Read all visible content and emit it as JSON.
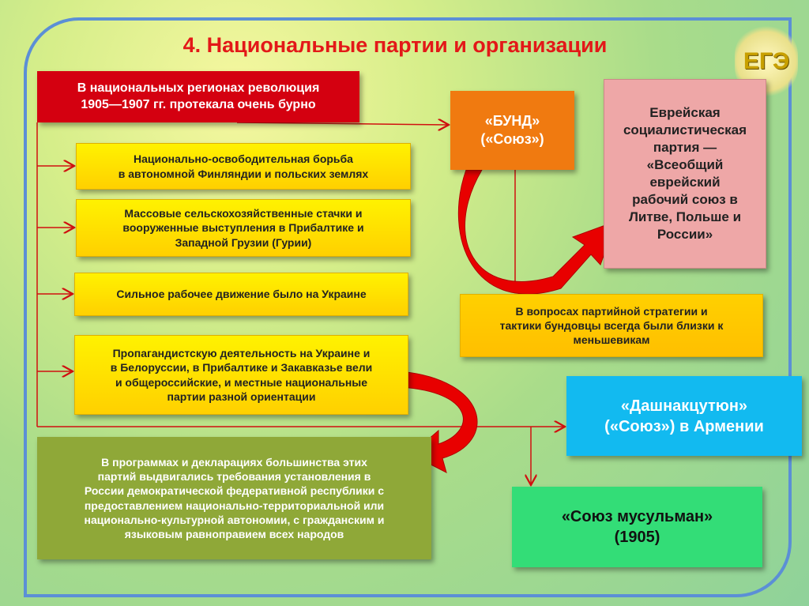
{
  "title": "4. Национальные партии и организации",
  "logo": "ЕГЭ",
  "intro": [
    "В национальных регионах революция",
    "1905—1907 гг. протекала очень бурно"
  ],
  "points": [
    [
      "Национально-освободительная борьба",
      "в автономной Финляндии и польских землях"
    ],
    [
      "Массовые сельскохозяйственные стачки и",
      "вооруженные выступления в Прибалтике и",
      "Западной Грузии (Гурии)"
    ],
    [
      "Сильное рабочее движение было на Украине"
    ],
    [
      "Пропагандистскую деятельность на Украине и",
      "в Белоруссии, в Прибалтике и Закавказье вели",
      "и общероссийские, и местные национальные",
      "партии разной ориентации"
    ]
  ],
  "programs": [
    "В программах и декларациях большинства этих",
    "партий выдвигались требования установления в",
    "России демократической федеративной республики с",
    "предоставлением национально-территориальной или",
    "национально-культурной автономии, с гражданским и",
    "языковым равноправием всех народов"
  ],
  "bund": [
    "«БУНД»",
    "(«Союз»)"
  ],
  "bund_full": [
    "Еврейская",
    "социалистическая",
    "партия —",
    "«Всеобщий",
    "еврейский",
    "рабочий союз в",
    "Литве, Польше и",
    "России»"
  ],
  "bund_note": [
    "В вопросах партийной стратегии и",
    "тактики бундовцы всегда были близки к",
    "меньшевикам"
  ],
  "dashnak": [
    "«Дашнакцутюн»",
    "(«Союз») в Армении"
  ],
  "muslim": [
    "«Союз мусульман»",
    "(1905)"
  ]
}
